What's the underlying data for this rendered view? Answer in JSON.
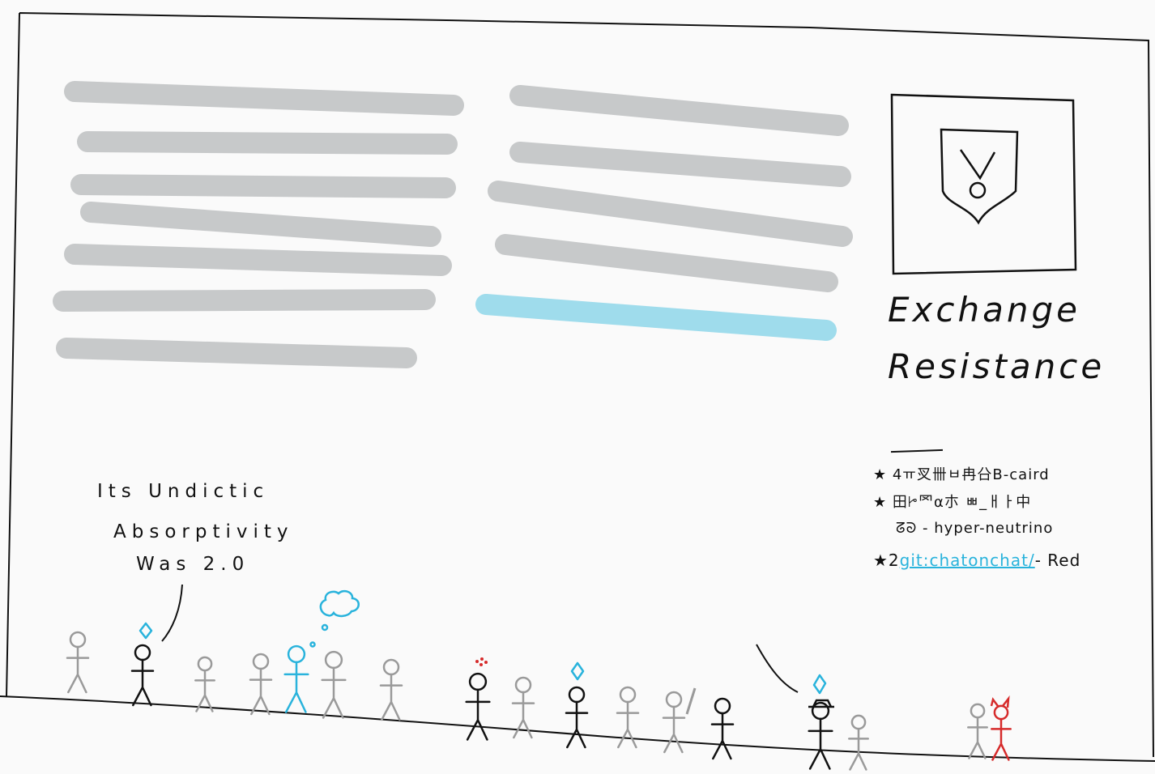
{
  "title": [
    "Exchange",
    "Resistance"
  ],
  "quote": [
    "Its Undictic",
    "Absorptivity",
    "Was 2.0"
  ],
  "credits": {
    "line1": "★ 4ㅠ㕚卌ㅂ冉㕣B-caird",
    "line2a": "★ 田ꔵ罓⍺朩 ㅃ_ㅐㅏ中",
    "line2b": "ᘔᘐ - hyper-neutrino",
    "line3_prefix": "★2",
    "line3_link": "git:chatonchat/",
    "line3_suffix": "- Red"
  },
  "colors": {
    "background": "#fafafa",
    "ink": "#111111",
    "redacted_gray": "#c7c9ca",
    "redacted_blue": "#9fdcec",
    "cyan": "#29b3dc",
    "red": "#d62b2b",
    "figure_gray": "#9a9a9a"
  },
  "icons": [
    "shield-emblem-icon",
    "thought-cloud-icon",
    "blue-diamond-icon"
  ]
}
